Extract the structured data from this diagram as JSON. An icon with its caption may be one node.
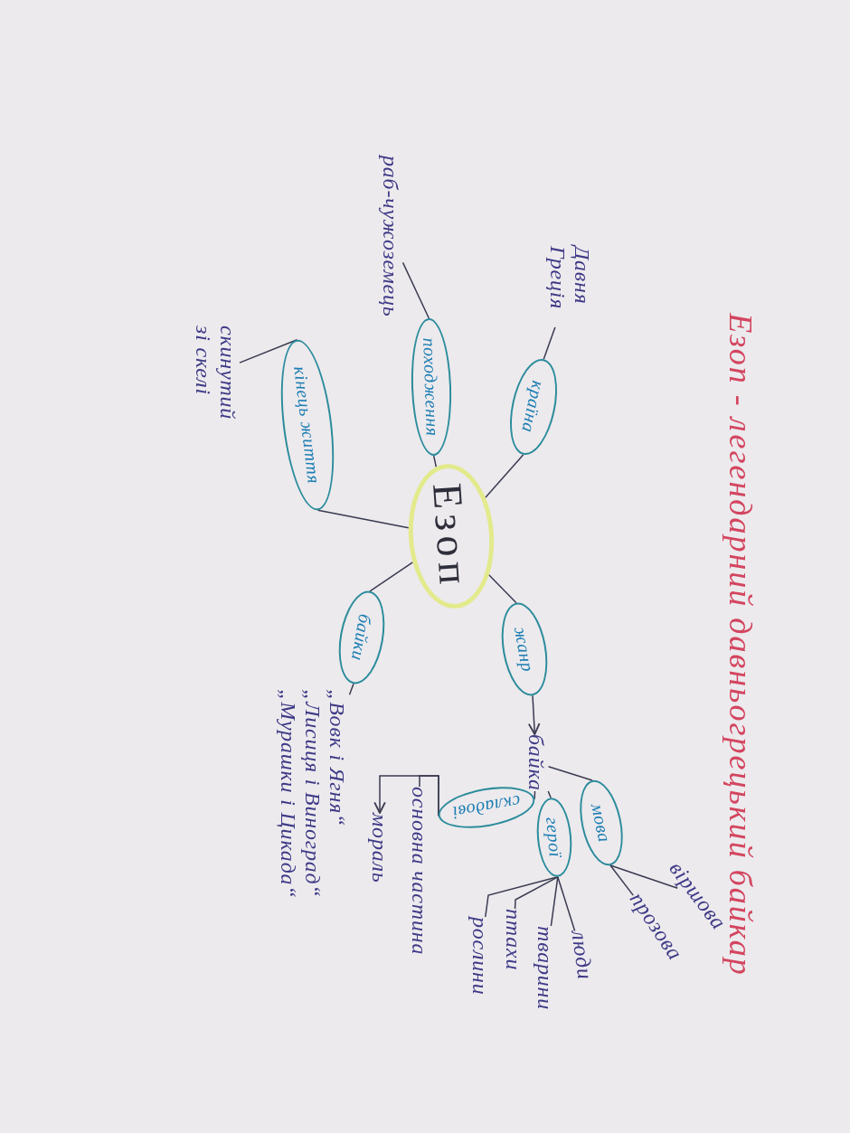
{
  "diagram": {
    "title": "Езоп - легендарний давньогрецький байкар",
    "nodes": [
      {
        "text": [
          "Езоп"
        ]
      },
      {
        "text": [
          "країна"
        ]
      },
      {
        "text": [
          "Давня Греція"
        ]
      },
      {
        "text": [
          "походження"
        ]
      },
      {
        "text": [
          "раб-чужоземець"
        ]
      },
      {
        "text": [
          "кінець життя"
        ]
      },
      {
        "text": [
          "скинутий зі скелі"
        ]
      },
      {
        "text": [
          "байки"
        ]
      },
      {
        "text": [
          "„Вовк і Ягня“",
          "„Лисиця і Виноград“",
          "„Мурашки і Цикада“"
        ]
      },
      {
        "text": [
          "жанр"
        ]
      },
      {
        "text": [
          "байка"
        ]
      },
      {
        "text": [
          "мова"
        ]
      },
      {
        "text": [
          "віршова"
        ]
      },
      {
        "text": [
          "прозова"
        ]
      },
      {
        "text": [
          "герої"
        ]
      },
      {
        "text": [
          "люди"
        ]
      },
      {
        "text": [
          "тварини"
        ]
      },
      {
        "text": [
          "птахи"
        ]
      },
      {
        "text": [
          "рослини"
        ]
      },
      {
        "text": [
          "складові"
        ]
      },
      {
        "text": [
          "основна частина"
        ]
      },
      {
        "text": [
          "мораль"
        ]
      }
    ],
    "edges": [
      {
        "from": 0,
        "to": 1,
        "arrow": "none"
      },
      {
        "from": 1,
        "to": 2,
        "arrow": "none"
      },
      {
        "from": 0,
        "to": 3,
        "arrow": "none"
      },
      {
        "from": 3,
        "to": 4,
        "arrow": "none"
      },
      {
        "from": 0,
        "to": 5,
        "arrow": "none"
      },
      {
        "from": 5,
        "to": 6,
        "arrow": "none"
      },
      {
        "from": 0,
        "to": 7,
        "arrow": "none"
      },
      {
        "from": 7,
        "to": 8,
        "arrow": "none"
      },
      {
        "from": 0,
        "to": 9,
        "arrow": "none"
      },
      {
        "from": 9,
        "to": 10,
        "arrow": "to"
      },
      {
        "from": 10,
        "to": 11,
        "arrow": "none"
      },
      {
        "from": 11,
        "to": 12,
        "arrow": "none"
      },
      {
        "from": 11,
        "to": 13,
        "arrow": "none"
      },
      {
        "from": 10,
        "to": 14,
        "arrow": "none"
      },
      {
        "from": 14,
        "to": 15,
        "arrow": "none"
      },
      {
        "from": 14,
        "to": 16,
        "arrow": "none"
      },
      {
        "from": 14,
        "to": 17,
        "arrow": "none"
      },
      {
        "from": 14,
        "to": 18,
        "arrow": "none"
      },
      {
        "from": 10,
        "to": 19,
        "arrow": "none"
      },
      {
        "from": 19,
        "to": 20,
        "arrow": "none"
      },
      {
        "from": 19,
        "to": 21,
        "arrow": "to"
      }
    ]
  }
}
